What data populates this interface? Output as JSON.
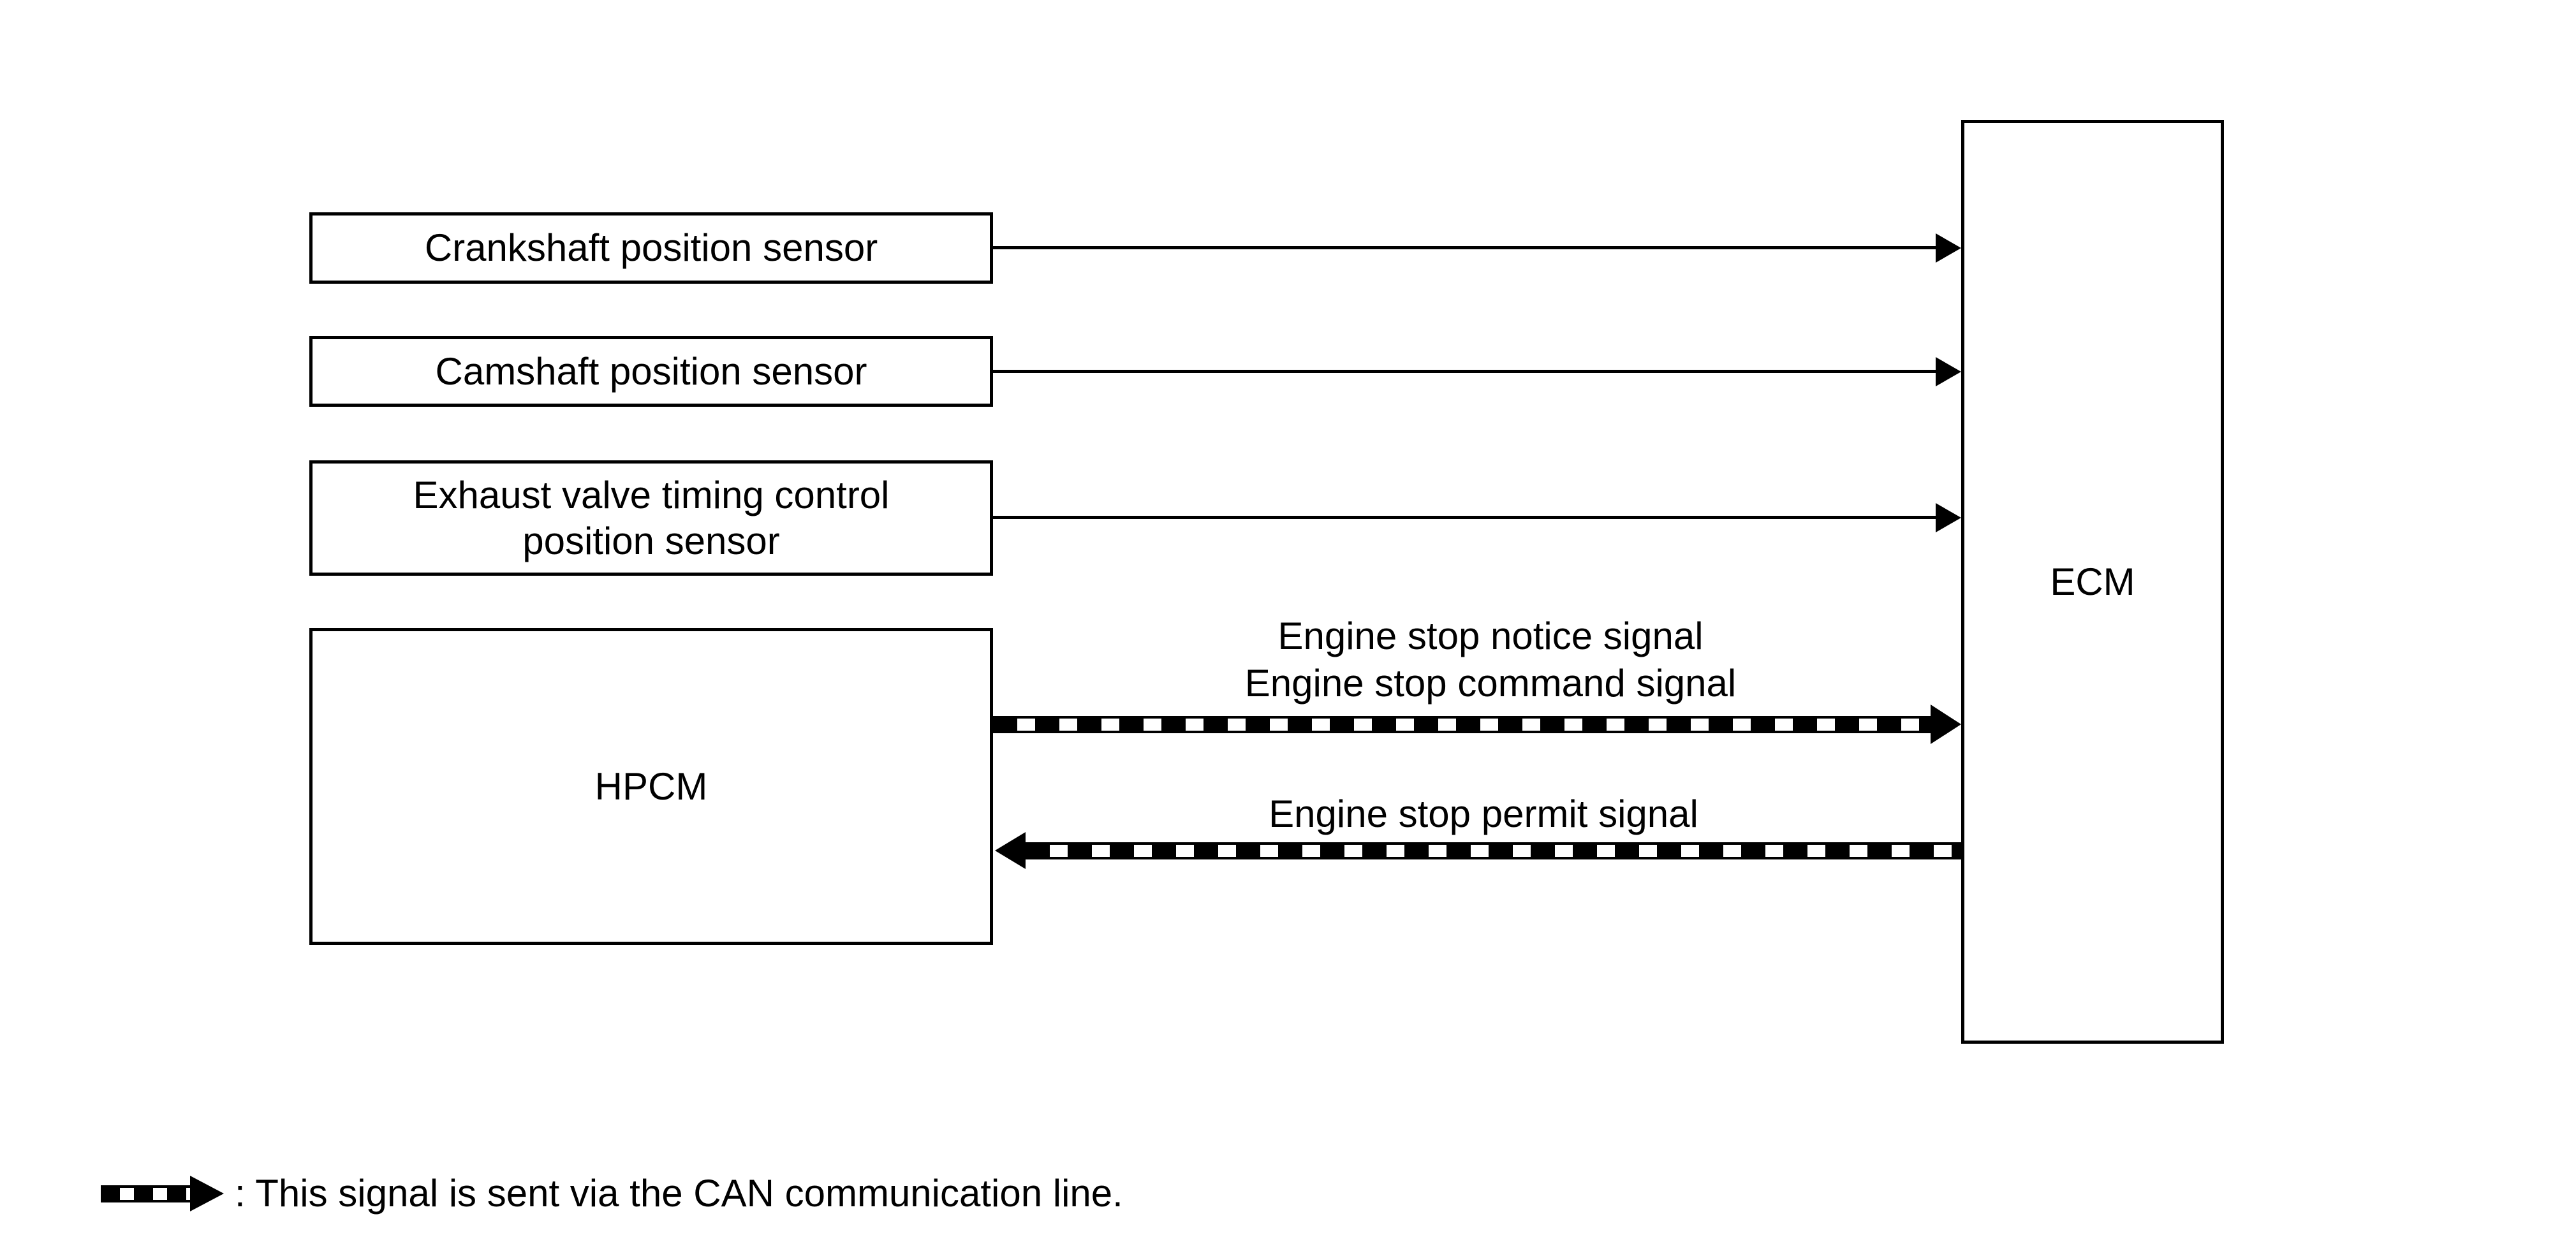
{
  "diagram": {
    "background_color": "#ffffff",
    "line_color": "#000000",
    "nodes": {
      "crankshaft": {
        "label": "Crankshaft position sensor"
      },
      "camshaft": {
        "label": "Camshaft position sensor"
      },
      "exhaust": {
        "label_line1": "Exhaust valve timing control",
        "label_line2": "position sensor"
      },
      "hpcm": {
        "label": "HPCM"
      },
      "ecm": {
        "label": "ECM"
      }
    },
    "signals": {
      "notice": "Engine stop notice signal",
      "command": "Engine stop command signal",
      "permit": "Engine stop permit signal"
    },
    "legend": {
      "text": ": This signal is sent via the CAN communication line."
    }
  }
}
